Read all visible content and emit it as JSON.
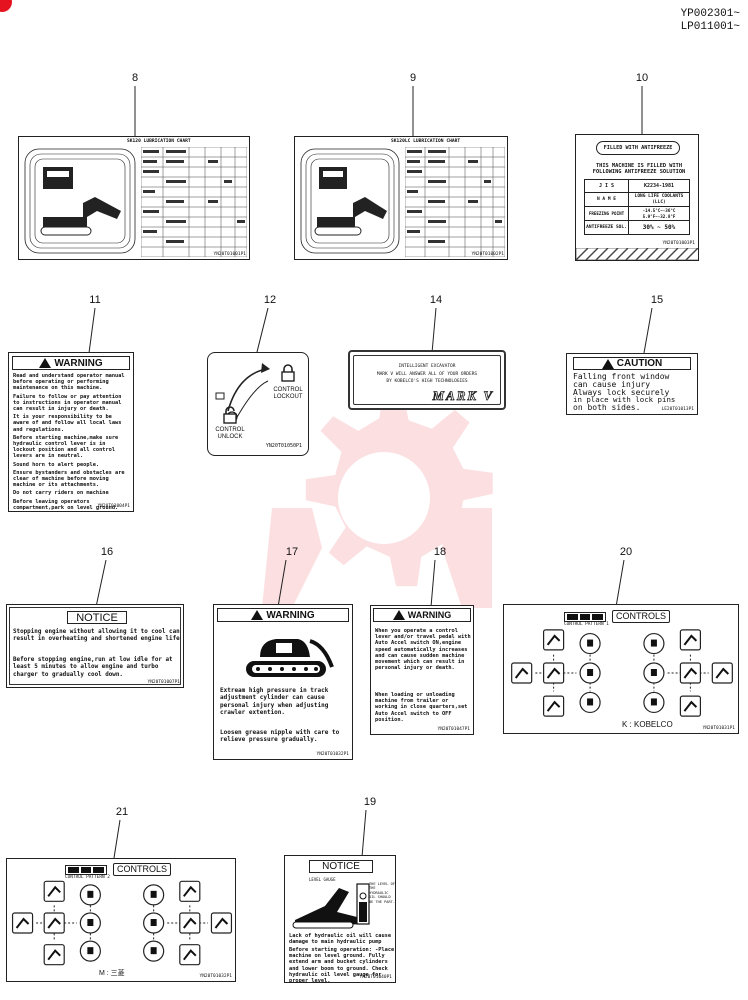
{
  "header": {
    "code_line_1": "YP002301~",
    "code_line_2": "LP011001~"
  },
  "watermark": {
    "color": "#e5121f"
  },
  "labels": {
    "n8": "8",
    "n9": "9",
    "n10": "10",
    "n11": "11",
    "n12": "12",
    "n14": "14",
    "n15": "15",
    "n16": "16",
    "n17": "17",
    "n18": "18",
    "n20": "20",
    "n21": "21",
    "n19": "19"
  },
  "decal8": {
    "title": "SK120 LUBRICATION CHART",
    "code": "YN20T01001P1"
  },
  "decal9": {
    "title": "SK120LC LUBRICATION CHART",
    "code": "YN20T01002P1"
  },
  "decal10": {
    "head": "FILLED WITH ANTIFREEZE",
    "line1": "THIS MACHINE IS FILLED WITH",
    "line2": "FOLLOWING ANTIFREEZE SOLUTION",
    "rows": [
      {
        "k": "J I S",
        "v": "K2234-1981"
      },
      {
        "k": "N A M E",
        "v": "LONG LIFE COOLANTS (LLC)"
      },
      {
        "k": "FREEZING POINT",
        "v": "-14.5°C~-36°C  5.9°F~-32.8°F"
      },
      {
        "k": "ANTIFREEZE SOL.",
        "v": "30% ~ 50%"
      }
    ],
    "code": "YN20T01003P1"
  },
  "decal11": {
    "head": "WARNING",
    "paras": [
      "Read and understand operator manual before operating or performing maintenance on this machine.",
      "Failure to follow or pay attention to instructions in operator manual can result in injury or death.",
      "It is your responsibility to be aware of and follow all local laws and regulations.",
      "Before starting machine,make sure hydraulic control lever is in lockout position and all control levers are in neutral.",
      "Sound horn to alert people.",
      "Ensure bystanders and obstacles are clear of machine before moving machine or its attachments.",
      "Do not carry riders on machine",
      "Before leaving operators compartment,park on level ground. lower attachments to ground,make sure hydraulic control lever is in lockout position and stop engine."
    ],
    "code": "YN20T01004P1"
  },
  "decal12": {
    "lockout": "CONTROL LOCKOUT",
    "unlock": "CONTROL UNLOCK",
    "code": "YN20T01050P1"
  },
  "decal14": {
    "line1": "INTELLIGENT EXCAVATOR",
    "line2": "MARK V WILL ANSWER ALL OF YOUR ORDERS",
    "line3": "BY KOBELCO'S HIGH TECHNOLOGIES",
    "brand": "MARK V"
  },
  "decal15": {
    "head": "CAUTION",
    "lines": [
      "Falling front window",
      "can cause injury",
      "Always lock securely",
      "in place with lock pins",
      "on both sides."
    ],
    "code": "LE20T01013P1"
  },
  "decal16": {
    "head": "NOTICE",
    "para1": "Stopping engine without allowing it to cool can result in overheating and shortened engine life",
    "para2": "Before stopping engine,run at low idle for at least 5 minutes to allow engine and turbo charger to gradually cool down.",
    "code": "YN20T01007P1"
  },
  "decal17": {
    "head": "WARNING",
    "para1": "Extream high pressure in track adjustment cylinder can cause personal injury when adjusting crawler extention.",
    "para2": "Loosen grease nipple with care to relieve pressure gradually.",
    "code": "YN20T01032P1"
  },
  "decal18": {
    "head": "WARNING",
    "para1": "When you operate a control lever and/or travel pedal with Auto Accel switch ON,engine speed automatically increases and can cause sudden machine movement which can result in personal injury or death.",
    "para2": "When loading or unloading machine from trailer or working in close quarters,set Auto Accel switch to OFF position.",
    "code": "YN20T01047P1"
  },
  "decal20": {
    "head": "CONTROLS",
    "sub": "CONTROL PATTERN 1",
    "brand": "K : KOBELCO",
    "code": "YN20T01031P1"
  },
  "decal21": {
    "head": "CONTROLS",
    "sub": "CONTROL PATTERN 2",
    "brand": "M : 三菱",
    "code": "YN20T01032P1"
  },
  "decal19": {
    "head": "NOTICE",
    "gauge_note": "LEVEL GAUGE",
    "side_note": "THE LEVEL OF THE HYDRAULIC OIL SHOULD BE THE PART.",
    "para1": "Lack of hydraulic oil will cause damage to main hydraulic pump",
    "para2": "Before starting operation: -Place machine on level ground. Fully extend arm and bucket cylinders and lower boom to ground. Check hydraulic oil level gauge for proper level.",
    "code": "YN20T01040P1"
  }
}
